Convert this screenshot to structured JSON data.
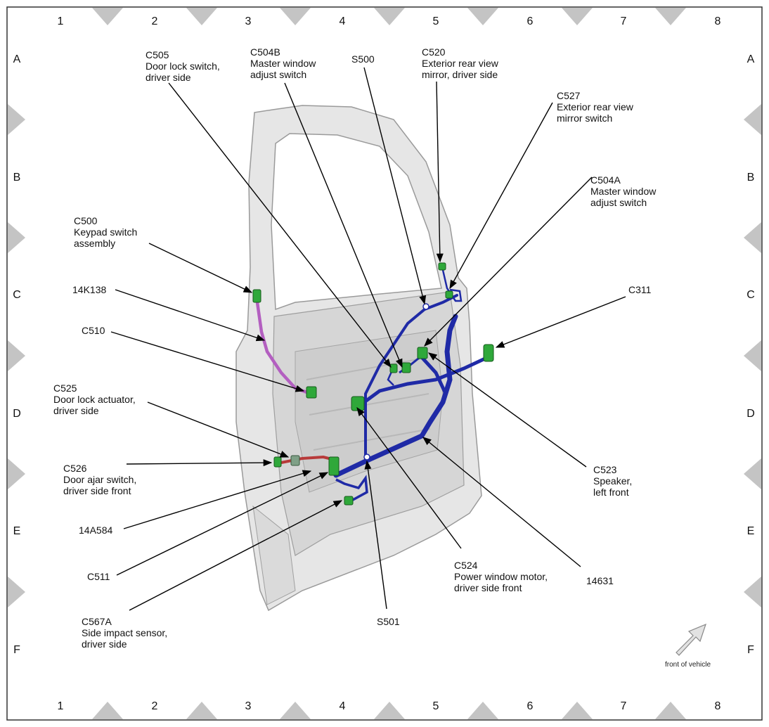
{
  "grid": {
    "columns": [
      "1",
      "2",
      "3",
      "4",
      "5",
      "6",
      "7",
      "8"
    ],
    "rows": [
      "A",
      "B",
      "C",
      "D",
      "E",
      "F"
    ]
  },
  "callouts": [
    {
      "id": "c505",
      "lines": "C505\nDoor lock switch,\ndriver side"
    },
    {
      "id": "c504b",
      "lines": "C504B\nMaster window\nadjust switch"
    },
    {
      "id": "s500",
      "lines": "S500"
    },
    {
      "id": "c520",
      "lines": "C520\nExterior rear view\nmirror, driver side"
    },
    {
      "id": "c527",
      "lines": "C527\nExterior rear view\nmirror switch"
    },
    {
      "id": "c504a",
      "lines": "C504A\nMaster window\nadjust switch"
    },
    {
      "id": "c500",
      "lines": "C500\nKeypad switch\nassembly"
    },
    {
      "id": "k14k138",
      "lines": "14K138"
    },
    {
      "id": "c311",
      "lines": "C311"
    },
    {
      "id": "c510",
      "lines": "C510"
    },
    {
      "id": "c525",
      "lines": "C525\nDoor lock actuator,\ndriver side"
    },
    {
      "id": "c526",
      "lines": "C526\nDoor ajar switch,\ndriver side front"
    },
    {
      "id": "c523",
      "lines": "C523\nSpeaker,\nleft front"
    },
    {
      "id": "k14a584",
      "lines": "14A584"
    },
    {
      "id": "c511",
      "lines": "C511"
    },
    {
      "id": "c524",
      "lines": "C524\nPower window motor,\ndriver side front"
    },
    {
      "id": "k14631",
      "lines": "14631"
    },
    {
      "id": "s501",
      "lines": "S501"
    },
    {
      "id": "c567a",
      "lines": "C567A\nSide impact sensor,\ndriver side"
    }
  ],
  "footer": {
    "front_label": "front of vehicle"
  },
  "colors": {
    "harness": "#1f2aa6",
    "keypad_wire": "#b35fc0",
    "actuator_wire": "#b83a3a",
    "connector": "#2fa83a",
    "door": "#e4e4e4",
    "marker": "#c4c4c4"
  }
}
